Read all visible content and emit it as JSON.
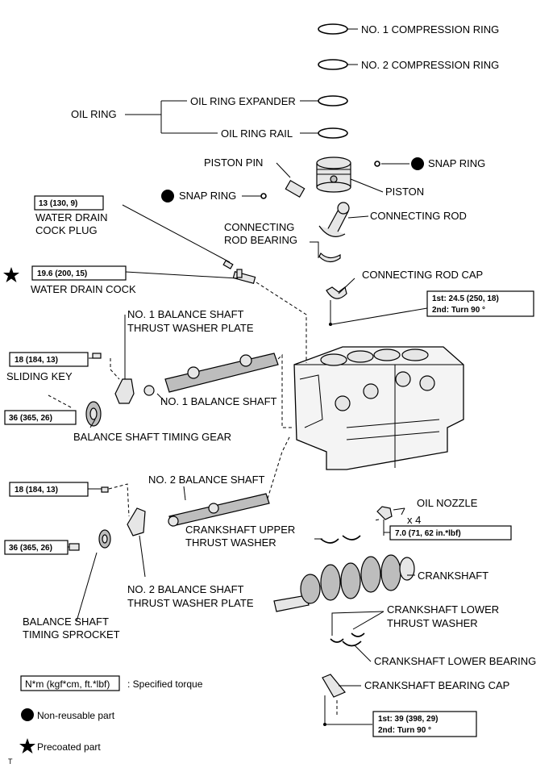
{
  "labels": {
    "no1_compression_ring": "NO. 1 COMPRESSION RING",
    "no2_compression_ring": "NO. 2 COMPRESSION RING",
    "oil_ring": "OIL RING",
    "oil_ring_expander": "OIL RING EXPANDER",
    "oil_ring_rail": "OIL RING RAIL",
    "piston_pin": "PISTON PIN",
    "snap_ring_right": "SNAP RING",
    "snap_ring_left": "SNAP RING",
    "piston": "PISTON",
    "water_drain_cock_plug_1": "WATER DRAIN",
    "water_drain_cock_plug_2": "COCK PLUG",
    "connecting_rod": "CONNECTING ROD",
    "connecting_rod_bearing_1": "CONNECTING",
    "connecting_rod_bearing_2": "ROD BEARING",
    "water_drain_cock": "WATER DRAIN COCK",
    "connecting_rod_cap": "CONNECTING ROD CAP",
    "no1_bs_thrust_plate_1": "NO. 1 BALANCE SHAFT",
    "no1_bs_thrust_plate_2": "THRUST WASHER PLATE",
    "sliding_key": "SLIDING KEY",
    "no1_balance_shaft": "NO. 1 BALANCE SHAFT",
    "balance_shaft_timing_gear": "BALANCE SHAFT TIMING GEAR",
    "no2_balance_shaft": "NO. 2 BALANCE SHAFT",
    "oil_nozzle": "OIL NOZZLE",
    "oil_nozzle_qty": "x 4",
    "crankshaft_upper_thrust_1": "CRANKSHAFT UPPER",
    "crankshaft_upper_thrust_2": "THRUST WASHER",
    "crankshaft": "CRANKSHAFT",
    "no2_bs_thrust_plate_1": "NO. 2 BALANCE SHAFT",
    "no2_bs_thrust_plate_2": "THRUST WASHER PLATE",
    "crankshaft_lower_thrust_1": "CRANKSHAFT LOWER",
    "crankshaft_lower_thrust_2": "THRUST WASHER",
    "balance_shaft_timing_sprocket_1": "BALANCE SHAFT",
    "balance_shaft_timing_sprocket_2": "TIMING SPROCKET",
    "crankshaft_lower_bearing": "CRANKSHAFT LOWER BEARING",
    "crankshaft_bearing_cap": "CRANKSHAFT BEARING CAP"
  },
  "torques": {
    "water_drain_cock_plug": "13 (130, 9)",
    "water_drain_cock": "19.6 (200, 15)",
    "connecting_rod_cap_1": "1st: 24.5 (250, 18)",
    "connecting_rod_cap_2": "2nd: Turn 90 °",
    "no1_plate_bolt": "18 (184, 13)",
    "timing_gear_bolt": "36 (365, 26)",
    "no2_plate_bolt": "18 (184, 13)",
    "timing_sprocket_bolt": "36 (365, 26)",
    "oil_nozzle": "7.0 (71, 62 in.*lbf)",
    "bearing_cap_1": "1st: 39 (398, 29)",
    "bearing_cap_2": "2nd: Turn 90 °"
  },
  "legend": {
    "torque_box": "N*m (kgf*cm, ft.*lbf)",
    "torque_desc": ": Specified torque",
    "non_reusable": "Non-reusable part",
    "precoated": "Precoated part"
  },
  "corner_mark": "T"
}
